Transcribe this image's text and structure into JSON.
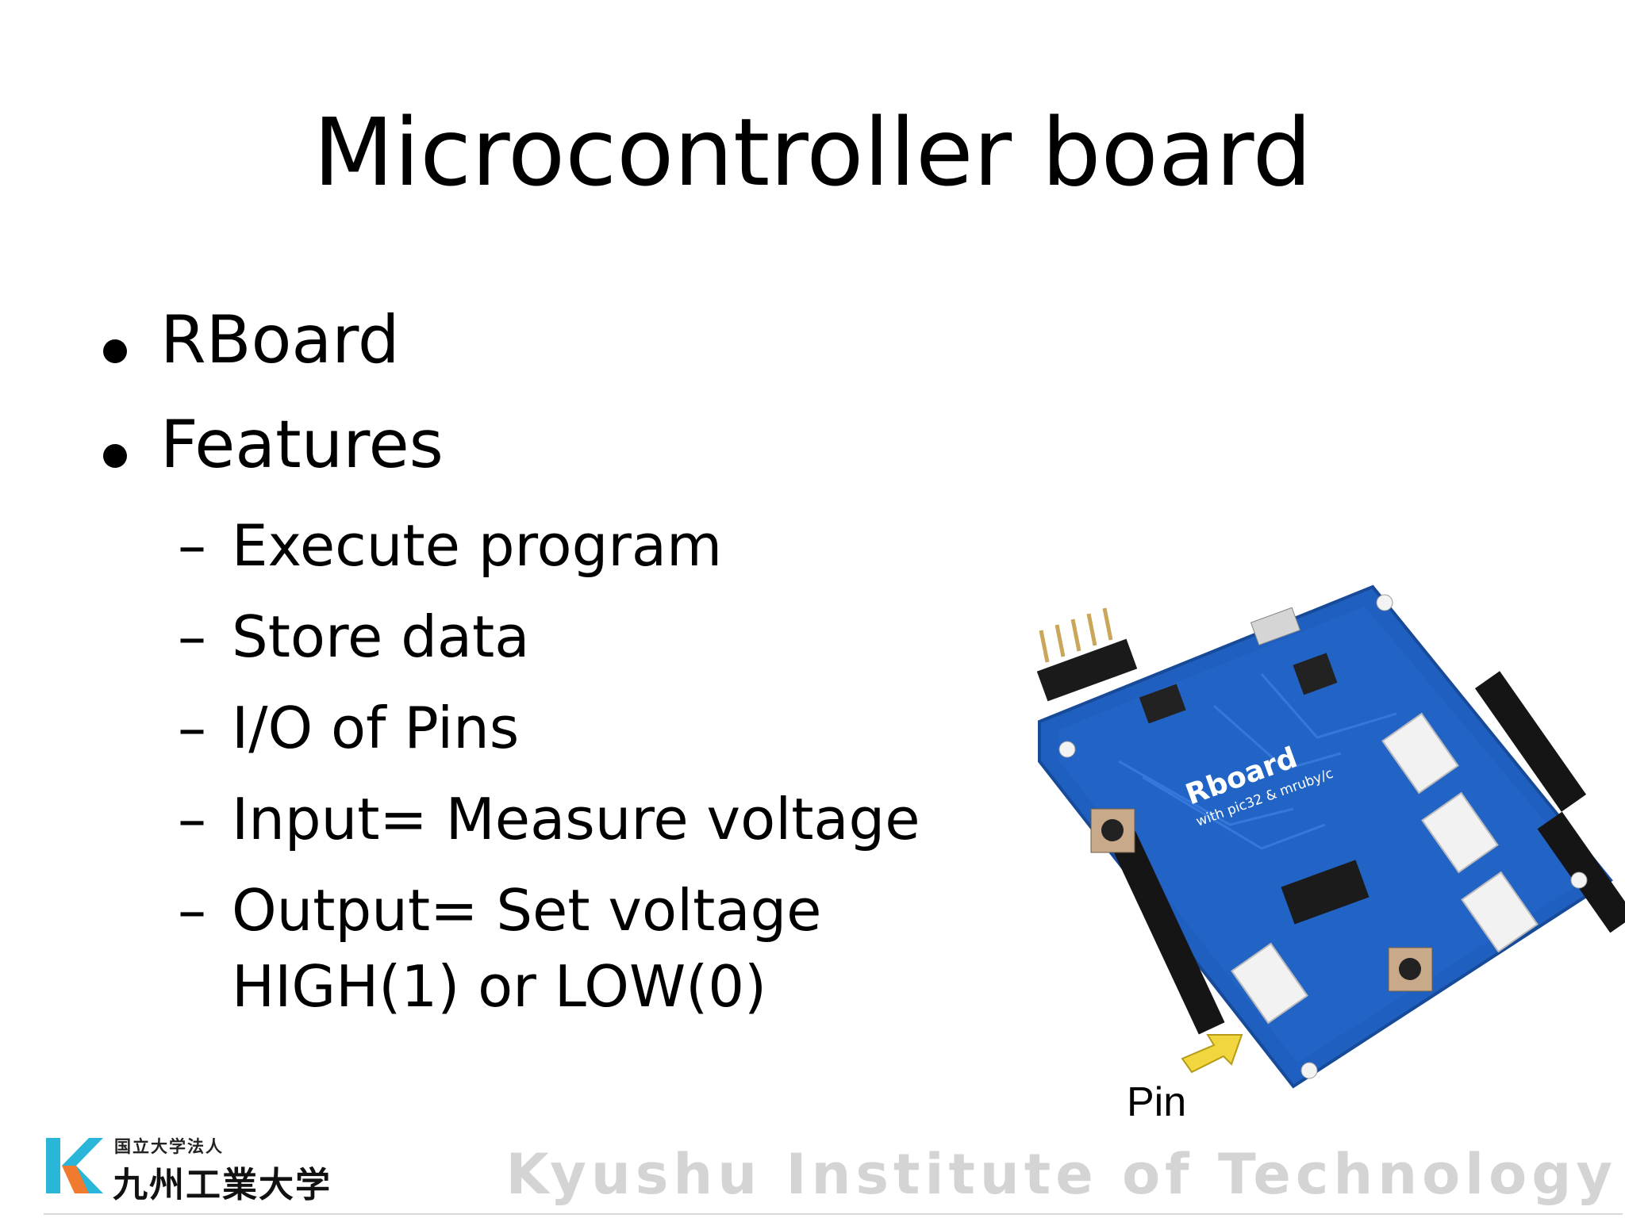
{
  "slide": {
    "title": "Microcontroller board",
    "bullets": [
      {
        "text": "RBoard",
        "sub": []
      },
      {
        "text": "Features",
        "sub": [
          "Execute program",
          "Store data",
          "I/O of Pins",
          "Input= Measure voltage",
          "Output= Set voltage",
          "HIGH(1) or LOW(0)"
        ]
      }
    ],
    "sub_marker": "–"
  },
  "image": {
    "board_name": "Rboard",
    "board_subtitle": "with pic32 & mruby/c",
    "pin_label": "Pin",
    "board_color": "#1f5fbf",
    "arrow_color": "#f2d640"
  },
  "footer": {
    "logo_small": "国立大学法人",
    "logo_big": "九州工業大学",
    "institute": "Kyushu Institute of Technology"
  }
}
